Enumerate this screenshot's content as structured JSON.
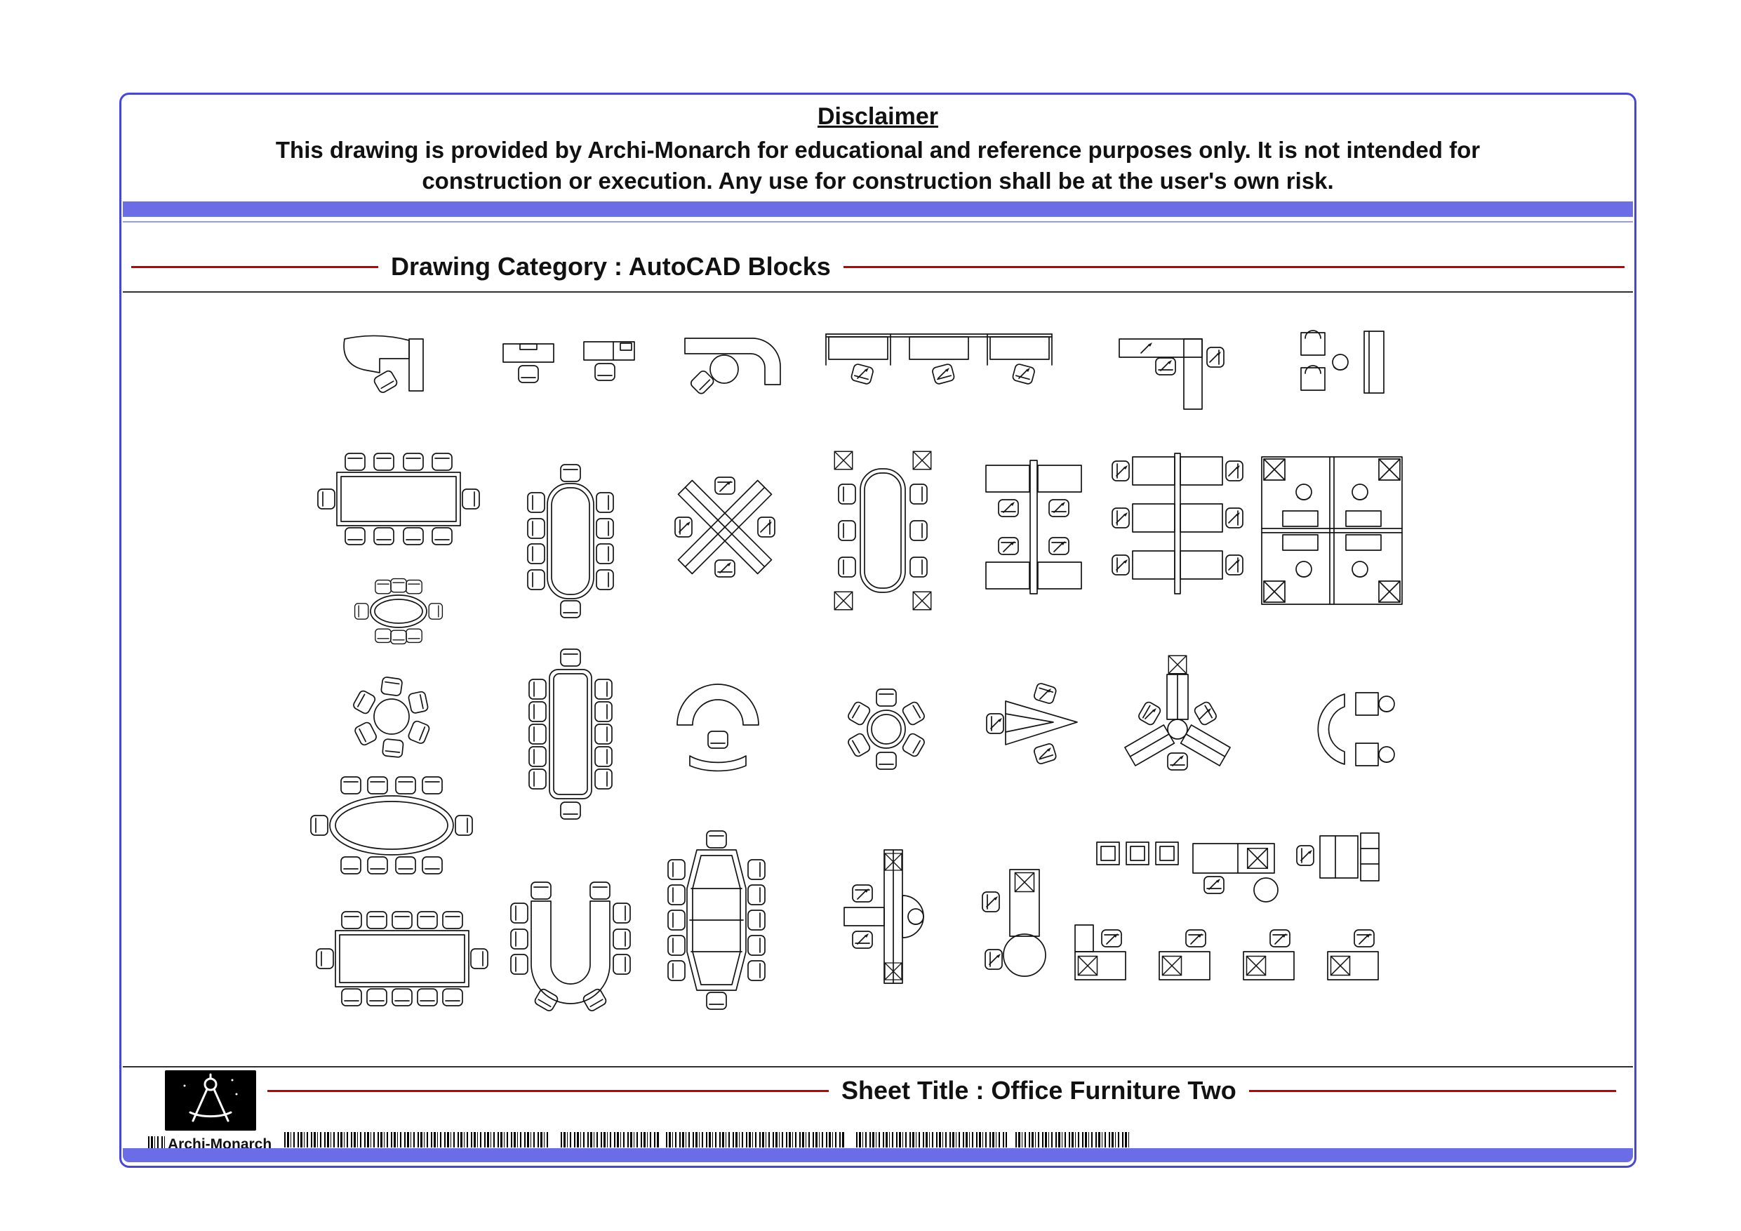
{
  "page": {
    "colors": {
      "border": "#4646da",
      "accent-bar": "#6b6de6",
      "rule": "#c60000",
      "ink": "#141414"
    }
  },
  "disclaimer": {
    "title": "Disclaimer",
    "line1": "This drawing is provided by Archi-Monarch for educational and reference purposes only. It is not intended for",
    "line2": "construction or execution. Any use for construction shall be at the user's own risk."
  },
  "category": {
    "label": "Drawing Category : AutoCAD Blocks"
  },
  "sheet": {
    "title": "Sheet Title : Office Furniture Two"
  },
  "footer": {
    "logo_text": "Archi-Monarch"
  },
  "blocks": [
    "reception-desk",
    "desk-with-chair-a",
    "desk-with-chair-b",
    "l-shaped-curved-desk",
    "benching-workstation-3",
    "l-shaped-executive-desk",
    "desk-with-lounge-seating",
    "conference-table-rect-10",
    "conference-table-oval-10",
    "x-workstation-4",
    "racetrack-conference-table",
    "spine-workstation-4",
    "workstation-cluster-6",
    "quad-cubicle-4",
    "oval-table-8",
    "round-table-6-casual",
    "conference-table-long-12",
    "semicircular-desk",
    "round-table-6",
    "triangular-workstation-3",
    "y-workstation-3",
    "curved-sofa-with-tables",
    "oval-conference-table-10",
    "rect-conference-table-12",
    "u-shaped-conference-table",
    "boat-shaped-conference-table",
    "t-shaped-workstation",
    "desk-with-round-meeting-table",
    "guest-chairs-row-3",
    "desk-with-storage-and-round-table",
    "executive-desk-with-credenza",
    "desk-row-4"
  ]
}
